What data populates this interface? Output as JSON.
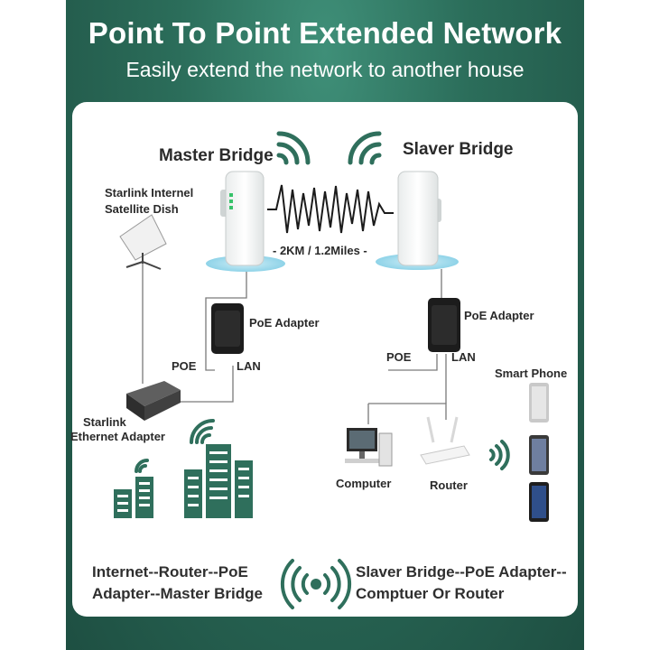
{
  "header": {
    "title": "Point To Point Extended Network",
    "subtitle": "Easily extend the network to another house"
  },
  "master": {
    "bridge_label": "Master Bridge",
    "dish_label_line1": "Starlink Internel",
    "dish_label_line2": "Satellite Dish",
    "poe_adapter_label": "PoE Adapter",
    "poe_port": "POE",
    "lan_port": "LAN",
    "ethernet_adapter_line1": "Starlink",
    "ethernet_adapter_line2": "Ethernet Adapter"
  },
  "link": {
    "distance": "- 2KM / 1.2Miles -"
  },
  "slaver": {
    "bridge_label": "Slaver Bridge",
    "poe_adapter_label": "PoE Adapter",
    "poe_port": "POE",
    "lan_port": "LAN",
    "smart_phone_label": "Smart Phone",
    "computer_label": "Computer",
    "router_label": "Router"
  },
  "footer": {
    "left_line1": "Internet--Router--PoE",
    "left_line2": "Adapter--Master Bridge",
    "right_line1": "Slaver Bridge--PoE Adapter--",
    "right_line2": "Comptuer Or Router"
  },
  "colors": {
    "brand_green": "#2f6f5c",
    "panel_bg": "#ffffff",
    "line_gray": "#7a7a7a"
  }
}
